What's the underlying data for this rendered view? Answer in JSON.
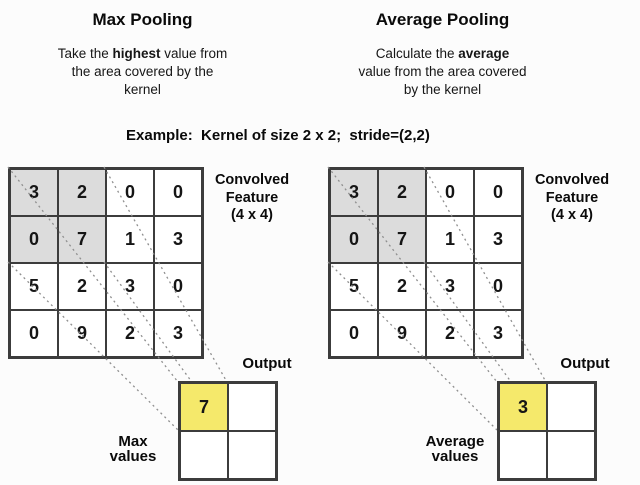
{
  "caption": "Example:  Kernel of size 2 x 2;  stride=(2,2)",
  "colors": {
    "shaded_cell": "#dcdcdc",
    "highlight_cell": "#f5e96b",
    "grid_line": "#3c3c3c",
    "dashed_line": "#8f8f8f"
  },
  "panels": [
    {
      "title": "Max Pooling",
      "desc_prefix": "Take the ",
      "desc_bold": "highest",
      "desc_suffix": " value from\nthe area covered by the\nkernel",
      "matrix_label": "Convolved\nFeature\n(4 x 4)",
      "matrix": [
        [
          3,
          2,
          0,
          0
        ],
        [
          0,
          7,
          1,
          3
        ],
        [
          5,
          2,
          3,
          0
        ],
        [
          0,
          9,
          2,
          3
        ]
      ],
      "output_label": "Output",
      "values_label": "Max\nvalues",
      "output_value": "7"
    },
    {
      "title": "Average Pooling",
      "desc_prefix": "Calculate the ",
      "desc_bold": "average",
      "desc_suffix": "\nvalue from the area covered\nby the kernel",
      "matrix_label": "Convolved\nFeature\n(4 x 4)",
      "matrix": [
        [
          3,
          2,
          0,
          0
        ],
        [
          0,
          7,
          1,
          3
        ],
        [
          5,
          2,
          3,
          0
        ],
        [
          0,
          9,
          2,
          3
        ]
      ],
      "output_label": "Output",
      "values_label": "Average\nvalues",
      "output_value": "3"
    }
  ]
}
